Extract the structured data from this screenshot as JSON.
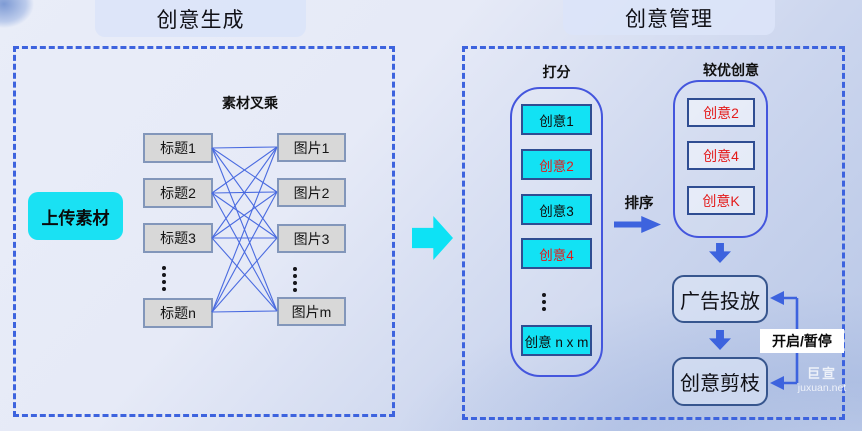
{
  "diagram": {
    "generation": {
      "title": "创意生成",
      "upload_button": "上传素材",
      "cross_label": "素材叉乘",
      "title_nodes": [
        "标题1",
        "标题2",
        "标题3",
        "标题n"
      ],
      "image_nodes": [
        "图片1",
        "图片2",
        "图片3",
        "图片m"
      ]
    },
    "management": {
      "title": "创意管理",
      "scoring_label": "打分",
      "scoring_items": [
        {
          "label": "创意1",
          "color": "black"
        },
        {
          "label": "创意2",
          "color": "red"
        },
        {
          "label": "创意3",
          "color": "black"
        },
        {
          "label": "创意4",
          "color": "red"
        },
        {
          "label": "创意 n x m",
          "color": "black"
        }
      ],
      "sort_label": "排序",
      "better_label": "较优创意",
      "better_items": [
        "创意2",
        "创意4",
        "创意K"
      ],
      "ad_delivery": "广告投放",
      "creative_pruning": "创意剪枝",
      "toggle_label": "开启/暂停"
    },
    "colors": {
      "accent_cyan": "#0de2f5",
      "dashed_border_blue": "#3d63de",
      "node_border_blue": "#2f4d92",
      "container_border_blue": "#4456dd",
      "highlight_red": "#e41a1a",
      "gray_node_fill": "#d8d8d8"
    },
    "watermark": {
      "line1": "巨宣",
      "line2": "juxuan.net"
    }
  }
}
